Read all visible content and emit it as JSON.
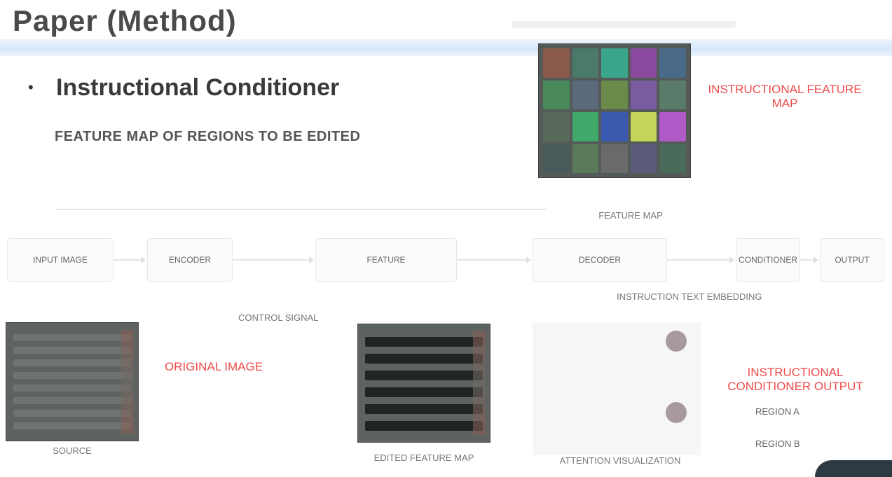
{
  "header": {
    "title": "Paper (Method)"
  },
  "section": {
    "bullet": "•",
    "heading": "Instructional Conditioner",
    "subtitle": "FEATURE MAP OF REGIONS TO BE EDITED"
  },
  "feature_map": {
    "note": "INSTRUCTIONAL FEATURE MAP",
    "caption": "FEATURE MAP",
    "cell_colors": [
      "#8a5a4a",
      "#4a7a6a",
      "#3aa58a",
      "#8a4aa0",
      "#4a6a8a",
      "#4a8a5a",
      "#5a6a7a",
      "#6a8a4a",
      "#7a5aa0",
      "#5a7a6a",
      "#5a6a5a",
      "#3fa86a",
      "#3a5ab0",
      "#c5d45a",
      "#b05ac8",
      "#4a5a5a",
      "#5a7a5a",
      "#6a6a6a",
      "#5a5a7a",
      "#4a6a5a"
    ]
  },
  "flow": {
    "nodes": [
      "INPUT IMAGE",
      "ENCODER",
      "FEATURE",
      "DECODER",
      "CONDITIONER",
      "OUTPUT"
    ],
    "captions": {
      "mid": "CONTROL SIGNAL",
      "right": "INSTRUCTION TEXT EMBEDDING"
    }
  },
  "panels": {
    "left_note": "ORIGINAL IMAGE",
    "left_caption": "SOURCE",
    "mid_caption": "EDITED FEATURE MAP",
    "right_note": "INSTRUCTIONAL CONDITIONER OUTPUT",
    "right_caption": "ATTENTION VISUALIZATION",
    "legend": [
      "REGION A",
      "REGION B"
    ]
  },
  "colors": {
    "accent_red": "#ef4a4a",
    "header_band": "#d7e8fb",
    "panel_gray": "#5d6360"
  }
}
